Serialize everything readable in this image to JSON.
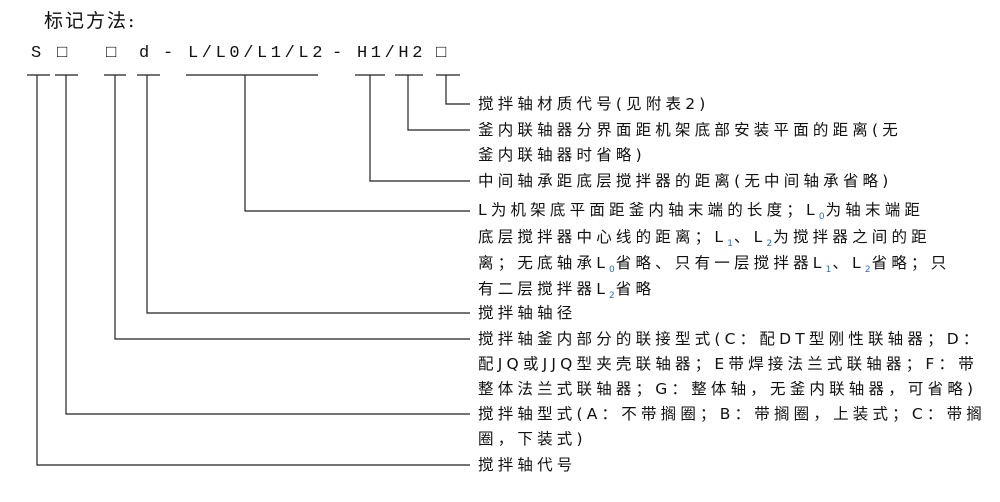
{
  "title": "标记方法:",
  "code": [
    "S",
    "□",
    "□",
    "d",
    "-",
    "L/L0/L1/L2",
    "-",
    "H1/H2",
    "□"
  ],
  "descriptions": [
    {
      "key": "material",
      "lines": [
        [
          {
            "t": "搅拌轴材质代号(见附表2)"
          }
        ]
      ]
    },
    {
      "key": "H2",
      "lines": [
        [
          {
            "t": "釜内联轴器分界面距机架底部安装平面的距离(无"
          }
        ],
        [
          {
            "t": "釜内联轴器时省略)"
          }
        ]
      ]
    },
    {
      "key": "H1",
      "lines": [
        [
          {
            "t": "中间轴承距底层搅拌器的距离(无中间轴承省略)"
          }
        ]
      ]
    },
    {
      "key": "L",
      "lines": [
        [
          {
            "t": "L为机架底平面距釜内轴末端的长度；L"
          },
          {
            "s": "0"
          },
          {
            "t": "为轴末端距"
          }
        ],
        [
          {
            "t": "底层搅拌器中心线的距离；L"
          },
          {
            "s": "1"
          },
          {
            "t": "、L"
          },
          {
            "s": "2"
          },
          {
            "t": "为搅拌器之间的距"
          }
        ],
        [
          {
            "t": "离；无底轴承L"
          },
          {
            "s": "0"
          },
          {
            "t": "省略、只有一层搅拌器L"
          },
          {
            "s": "1"
          },
          {
            "t": "、L"
          },
          {
            "s": "2"
          },
          {
            "t": "省略；只"
          }
        ],
        [
          {
            "t": "有二层搅拌器L"
          },
          {
            "s": "2"
          },
          {
            "t": "省略"
          }
        ]
      ]
    },
    {
      "key": "d",
      "lines": [
        [
          {
            "t": "搅拌轴轴径"
          }
        ]
      ]
    },
    {
      "key": "coupling",
      "lines": [
        [
          {
            "t": "搅拌轴釜内部分的联接型式(C：配DT型刚性联轴器；D："
          }
        ],
        [
          {
            "t": "配JQ或JJQ型夹壳联轴器；E带焊接法兰式联轴器；F：带"
          }
        ],
        [
          {
            "t": "整体法兰式联轴器；G：整体轴，无釜内联轴器，可省略)"
          }
        ]
      ]
    },
    {
      "key": "type",
      "lines": [
        [
          {
            "t": "搅拌轴型式(A：不带搁圈；B：带搁圈，上装式；C：带搁"
          }
        ],
        [
          {
            "t": "圈，下装式)"
          }
        ]
      ]
    },
    {
      "key": "S",
      "lines": [
        [
          {
            "t": "搅拌轴代号"
          }
        ]
      ]
    }
  ]
}
